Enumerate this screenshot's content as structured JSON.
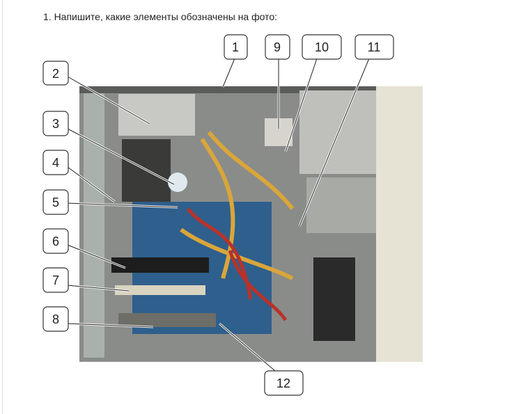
{
  "question": "1. Напишите, какие элементы обозначены на фото:",
  "callouts": [
    "1",
    "2",
    "3",
    "4",
    "5",
    "6",
    "7",
    "8",
    "9",
    "10",
    "11",
    "12"
  ]
}
